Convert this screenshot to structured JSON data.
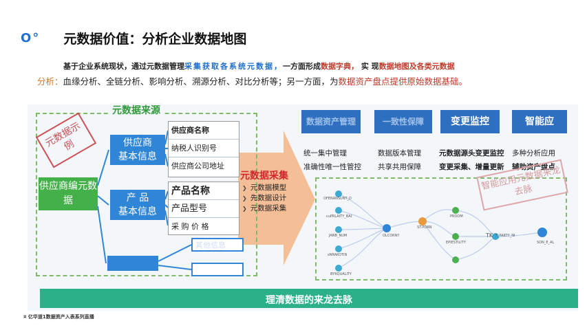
{
  "title": {
    "mark": "O°",
    "text": "元数据价值：分析企业数据地图"
  },
  "subtitle1": {
    "p1": "基于企业系统现状，通过元数据管理",
    "p2": "采集获取各系统元数据，",
    "p3": "一方面形成",
    "p4": "数据字典，",
    "p5": " 实 现",
    "p6": "数据地图及各类元数据"
  },
  "subtitle2": {
    "p1": "分析：",
    "p2": "血缘分析、全链分析、影响分析、溯源分析、对比分析等；另一方面，为",
    "p3": "数据资产盘点提供原始数据基础。"
  },
  "source": {
    "label": "元数据来源",
    "stamp": "元数据示例",
    "root": "供应商编元数据",
    "nodes": [
      "供应商",
      "基本信息",
      "产  品",
      "基本信息"
    ],
    "group1": [
      "供应商名称",
      "纳税人识别号",
      "供应商公司地址"
    ],
    "group2": [
      "产品名称",
      "产品型号",
      "采 购 价 格"
    ],
    "ghost": "其他信息"
  },
  "collect": {
    "title": "元数据采集",
    "items": [
      "元数据模型",
      "先数据设计",
      "元数据采集"
    ]
  },
  "categories": [
    {
      "label": "数据资产管理",
      "desc": [
        "统一集中管理",
        "准确性唯一性管控"
      ]
    },
    {
      "label": "一致性保障",
      "desc": [
        "数据版本管理",
        "共享共用保障"
      ]
    },
    {
      "label": "变更监控",
      "desc": [
        "元数据源头变更监控",
        "变更采集、增量更新"
      ]
    },
    {
      "label": "智能应",
      "desc": [
        "多种分析应用",
        "辅助资产盘点"
      ]
    }
  ],
  "flow": {
    "stamp": "智能应用元数据来龙去脉",
    "labels": [
      "OFENANSUNT_D",
      "cuPRLAITY_BAI",
      "JANB_NUM",
      "sNRAKOTIN",
      "BYRQUALITY",
      "OLCORNY",
      "ST:PORN",
      "PROOM",
      "EPIESTILITY",
      "TK",
      "F_PARTY_NI",
      "SON_E_AL"
    ]
  },
  "bottom": {
    "text": "理清数据的来龙去脉"
  },
  "footer": "¤ 亿华道1数据资产入表系列直播",
  "colors": {
    "blue": "#2f86d6",
    "green": "#44b04a",
    "teal": "#2bb08a",
    "red": "#d0272e",
    "arrow": "#f4b78c"
  }
}
